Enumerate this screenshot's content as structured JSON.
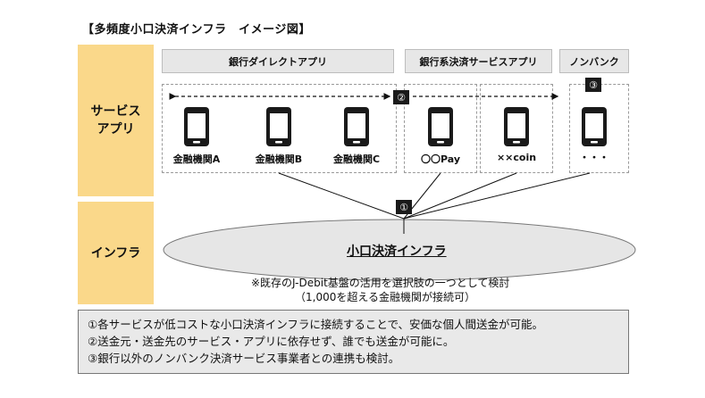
{
  "title": "【多頻度小口決済インフラ　イメージ図】",
  "side_labels": {
    "services_line1": "サービス",
    "services_line2": "アプリ",
    "infra": "インフラ"
  },
  "headers": {
    "bank_direct": "銀行ダイレクトアプリ",
    "bank_payment": "銀行系決済サービスアプリ",
    "nonbank": "ノンバンク"
  },
  "apps": [
    {
      "label": "金融機関A",
      "icon": "smartphone-icon"
    },
    {
      "label": "金融機関B",
      "icon": "smartphone-icon"
    },
    {
      "label": "金融機関C",
      "icon": "smartphone-icon"
    },
    {
      "label": "〇〇Pay",
      "icon": "smartphone-icon"
    },
    {
      "label": "××coin",
      "icon": "smartphone-icon"
    },
    {
      "label": "・・・",
      "icon": "smartphone-icon"
    }
  ],
  "badges": {
    "one": "①",
    "two": "②",
    "three": "③"
  },
  "infra_name": "小口決済インフラ",
  "note_line1": "※既存のJ-Debit基盤の活用を選択肢の一つとして検討",
  "note_line2": "（1,000を超える金融機関が接続可）",
  "summary": [
    "①各サービスが低コストな小口決済インフラに接続することで、安価な個人間送金が可能。",
    "②送金元・送金先のサービス・アプリに依存せず、誰でも送金が可能に。",
    "③銀行以外のノンバンク決済サービス事業者との連携も検討。"
  ],
  "colors": {
    "side_fill": "#fad88a",
    "header_fill": "#e7e7e7",
    "ellipse_fill": "#e6e6e6",
    "badge_fill": "#1a1a1a",
    "summary_fill": "#e9e9e9"
  }
}
